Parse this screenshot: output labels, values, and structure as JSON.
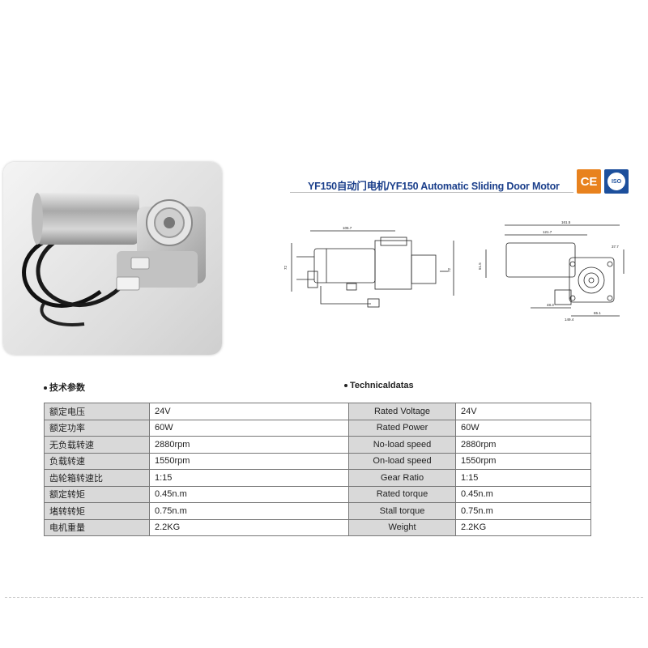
{
  "title": "YF150自动门电机/YF150 Automatic Sliding Door Motor",
  "badges": {
    "ce": "CE",
    "iso": "ISO"
  },
  "sections": {
    "cn_head": "技术参数",
    "en_head": "Technicaldatas"
  },
  "specs_cn": [
    {
      "label": "额定电压",
      "value": "24V"
    },
    {
      "label": "额定功率",
      "value": "60W"
    },
    {
      "label": "无负载转速",
      "value": "2880rpm"
    },
    {
      "label": "负载转速",
      "value": "1550rpm"
    },
    {
      "label": "齿轮箱转速比",
      "value": "1:15"
    },
    {
      "label": "额定转矩",
      "value": "0.45n.m"
    },
    {
      "label": "堵转转矩",
      "value": "0.75n.m"
    },
    {
      "label": "电机重量",
      "value": "2.2KG"
    }
  ],
  "specs_en": [
    {
      "label": "Rated Voltage",
      "value": "24V"
    },
    {
      "label": "Rated Power",
      "value": "60W"
    },
    {
      "label": "No-load speed",
      "value": "2880rpm"
    },
    {
      "label": "On-load speed",
      "value": "1550rpm"
    },
    {
      "label": "Gear Ratio",
      "value": "1:15"
    },
    {
      "label": "Rated torque",
      "value": "0.45n.m"
    },
    {
      "label": "Stall torque",
      "value": "0.75n.m"
    },
    {
      "label": "Weight",
      "value": "2.2KG"
    }
  ],
  "colors": {
    "title": "#1b3f8b",
    "ce": "#e8821e",
    "iso": "#1c4f9c",
    "label_bg": "#d9d9d9"
  }
}
